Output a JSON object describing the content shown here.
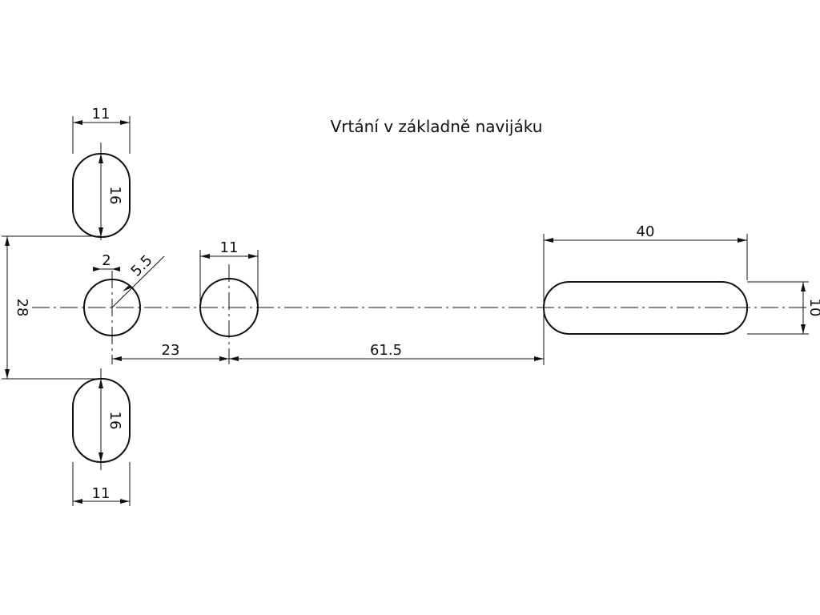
{
  "title": "Vrtání v základně navijáku",
  "dimensions": {
    "slot_top_width": "11",
    "slot_top_height": "16",
    "slot_bottom_width": "11",
    "slot_bottom_height": "16",
    "vertical_spacing": "28",
    "offset": "2",
    "radius": "5.5",
    "hole_diameter": "11",
    "spacing_left": "23",
    "spacing_right": "61.5",
    "long_slot_length": "40",
    "long_slot_width": "10"
  }
}
